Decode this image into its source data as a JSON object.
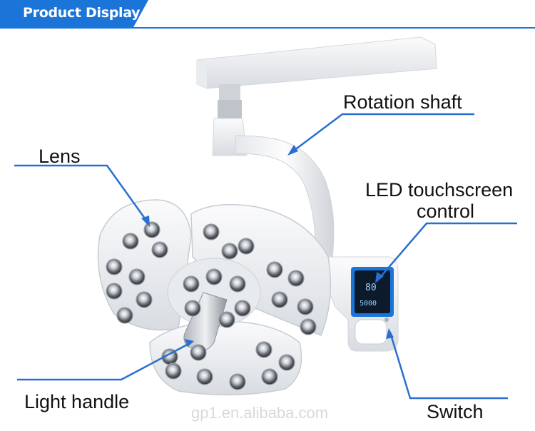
{
  "banner": {
    "title": "Product Display",
    "color": "#1b75d9"
  },
  "labels": {
    "rotation_shaft": "Rotation shaft",
    "lens": "Lens",
    "led_touchscreen_line1": "LED touchscreen",
    "led_touchscreen_line2": "control",
    "light_handle": "Light handle",
    "switch": "Switch"
  },
  "display": {
    "value": "80",
    "lux": "5000"
  },
  "watermark": "gp1.en.alibaba.com",
  "colors": {
    "accent": "#1b75d9",
    "leader": "#2a6fcf",
    "body": "#f1f3f5"
  }
}
